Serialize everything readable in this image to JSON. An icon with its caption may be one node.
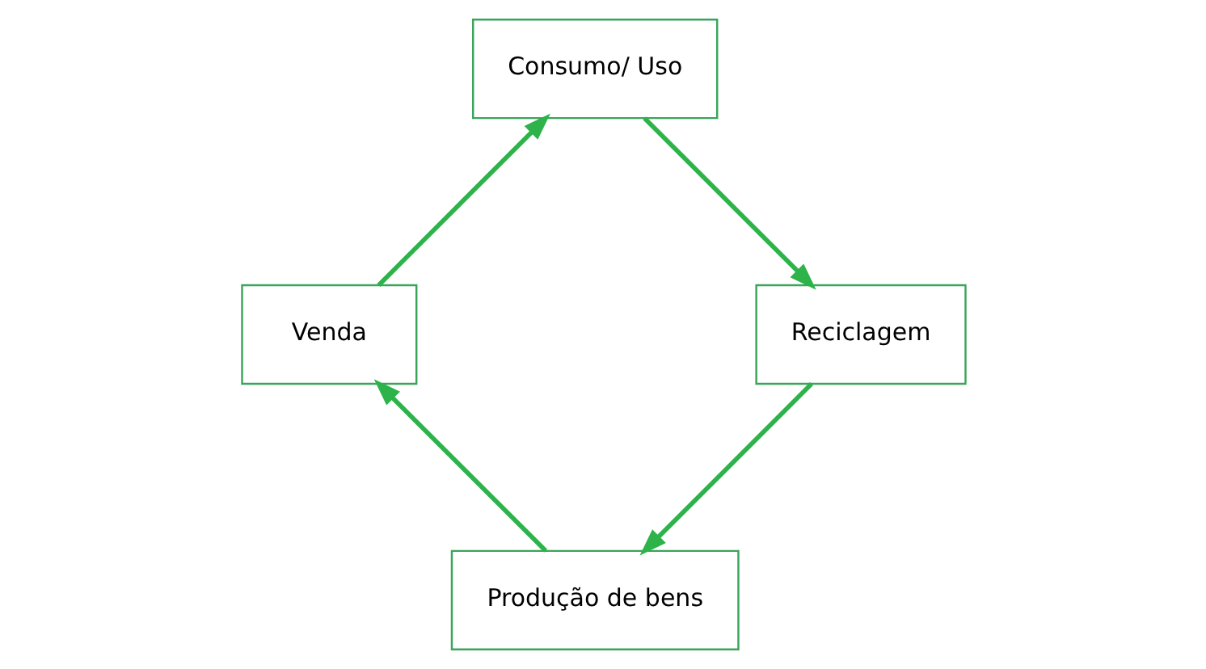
{
  "diagram": {
    "nodes": [
      {
        "text": [
          "Produção de bens"
        ]
      },
      {
        "text": [
          "Reciclagem"
        ]
      },
      {
        "text": [
          "Venda"
        ]
      },
      {
        "text": [
          "Consumo/ Uso"
        ]
      }
    ],
    "edges": [
      {
        "from": 0,
        "to": 2,
        "arrow": "to"
      },
      {
        "from": 2,
        "to": 3,
        "arrow": "to"
      },
      {
        "from": 3,
        "to": 1,
        "arrow": "to"
      },
      {
        "from": 1,
        "to": 0,
        "arrow": "to"
      }
    ]
  }
}
